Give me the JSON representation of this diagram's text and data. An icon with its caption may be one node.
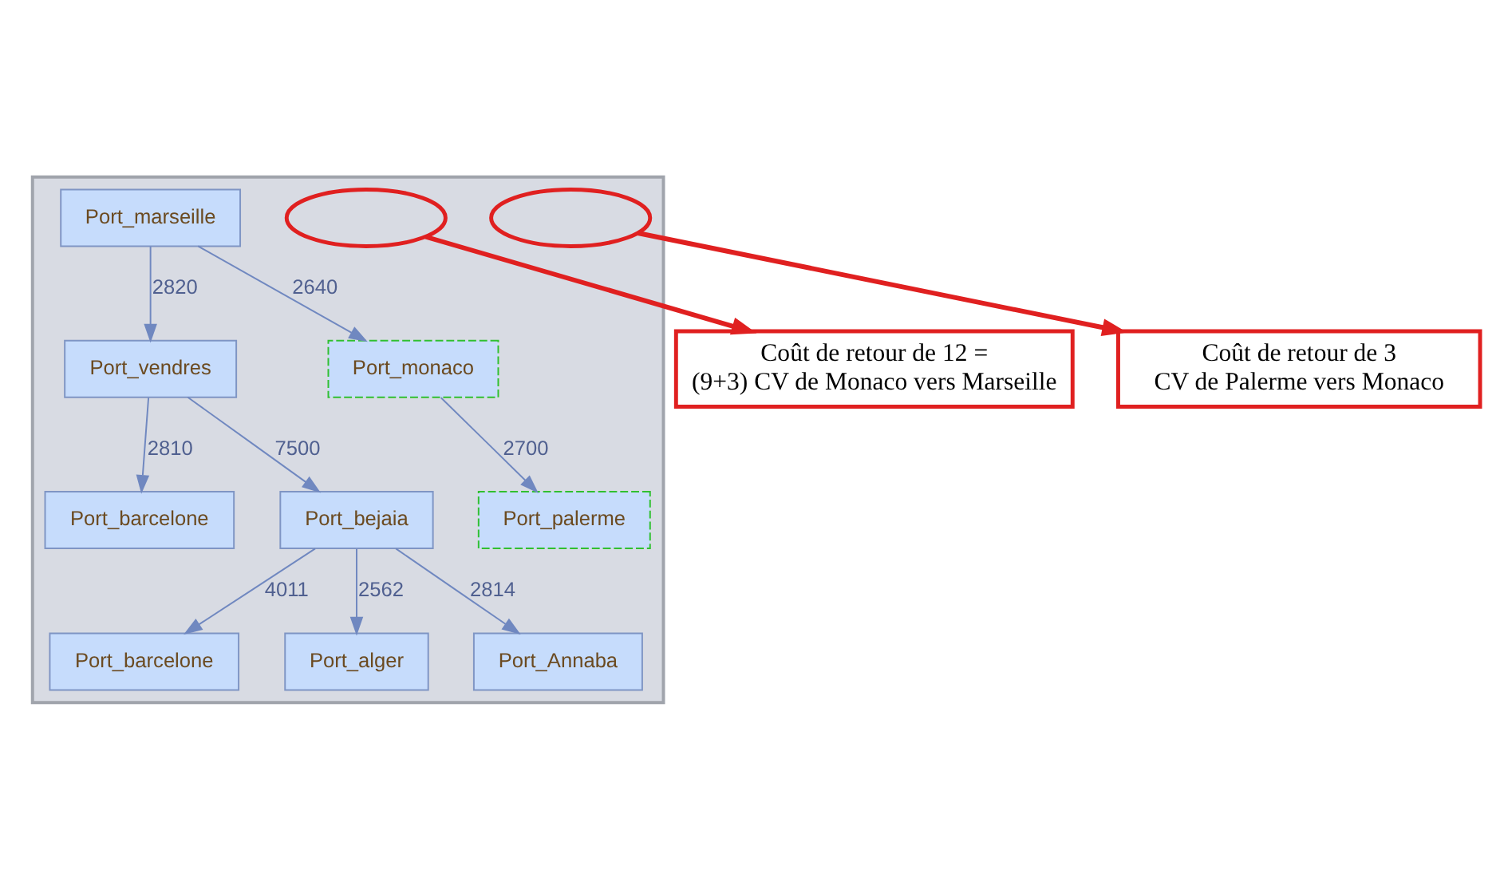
{
  "diagram": {
    "nodes": [
      {
        "text": [],
        "shape": "box"
      },
      {
        "text": [
          "Port_marseille"
        ],
        "in": 0
      },
      {
        "text": [
          "Port_vendres"
        ],
        "in": 0
      },
      {
        "text": [
          "Port_monaco"
        ],
        "in": 0
      },
      {
        "text": [],
        "shape": "ellipse",
        "in": 0
      },
      {
        "text": [
          "Port_bejaia"
        ],
        "in": 0
      },
      {
        "text": [],
        "shape": "ellipse",
        "in": 0
      },
      {
        "text": [
          "Port_palerme"
        ],
        "in": 0
      },
      {
        "text": [
          "Port_barcelone"
        ],
        "in": 0
      },
      {
        "text": [
          "Port_alger"
        ],
        "in": 0
      },
      {
        "text": [
          "Port_Annaba"
        ],
        "in": 0
      },
      {
        "text": [
          "Port_barcelone"
        ],
        "in": 0
      },
      {
        "text": [
          "Coût de retour de 12 = (9+3) CV de Monaco vers Marseille"
        ]
      },
      {
        "text": [
          "Coût de retour de 3 CV de Palerme vers Monaco"
        ]
      }
    ],
    "edges": [
      {
        "from": 1,
        "to": 2,
        "arrow": "to",
        "label": "2820"
      },
      {
        "from": 1,
        "to": 3,
        "arrow": "to",
        "label": "2640"
      },
      {
        "from": 2,
        "to": 5,
        "arrow": "to",
        "label": "7500"
      },
      {
        "from": 2,
        "to": 11,
        "arrow": "to",
        "label": "2810"
      },
      {
        "from": 3,
        "to": 7,
        "arrow": "to",
        "label": "2700"
      },
      {
        "from": 5,
        "to": 8,
        "arrow": "to",
        "label": "4011"
      },
      {
        "from": 5,
        "to": 9,
        "arrow": "to",
        "label": "2562"
      },
      {
        "from": 5,
        "to": 10,
        "arrow": "to",
        "label": "2814"
      },
      {
        "from": 4,
        "to": 12,
        "arrow": "to",
        "style": "thick",
        "color": "#e02020"
      },
      {
        "from": 6,
        "to": 13,
        "arrow": "to",
        "style": "thick",
        "color": "#e02020"
      }
    ]
  }
}
